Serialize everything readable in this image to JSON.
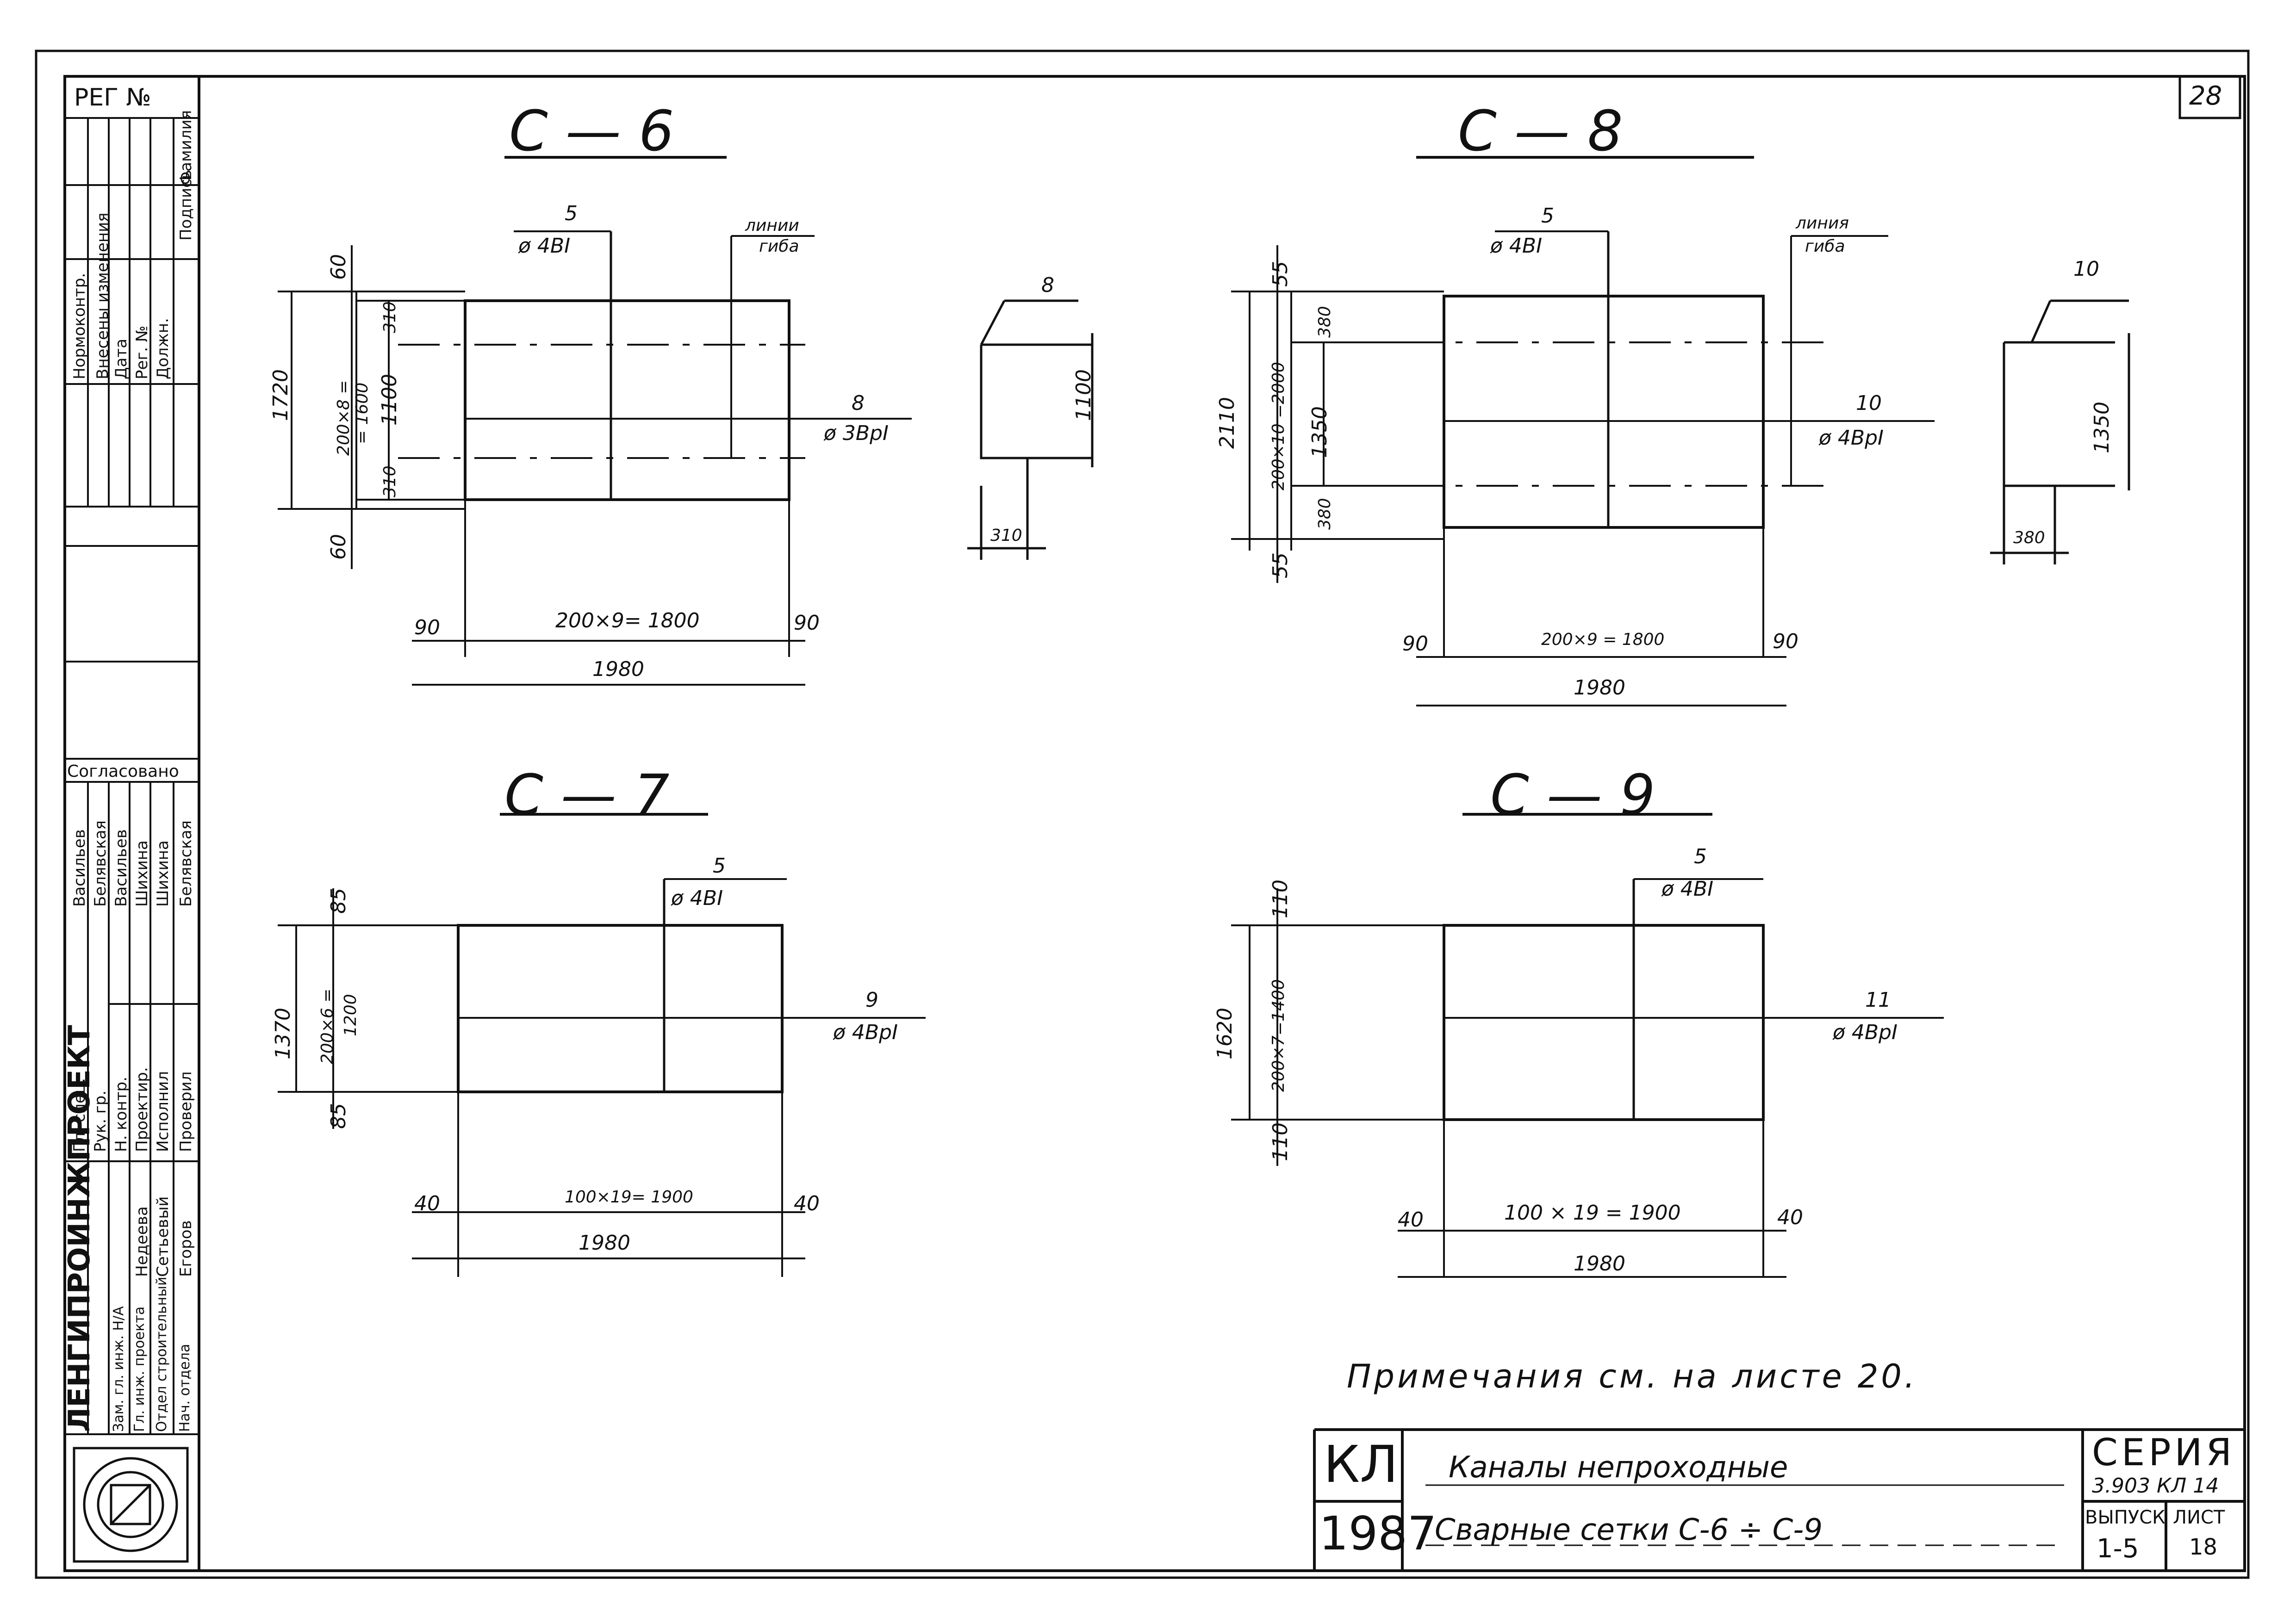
{
  "sheet_number": "28",
  "reg_label": "РЕГ №",
  "side_panel": {
    "changes_header": "Внесены изменения",
    "changes_cols": [
      "Нормоконтр.",
      "Дата",
      "Рег. №",
      "Должн.",
      "Подпись",
      "Фамилия"
    ],
    "agreed": "Согласовано",
    "agreed_names": [
      "Васильев",
      "Белявская",
      "Васильев",
      "Шихина",
      "Шихина",
      "Белявская"
    ],
    "roles": [
      "Гл. спец.",
      "Рук. гр.",
      "Н. контр.",
      "Проектир.",
      "Исполнил",
      "Проверил"
    ],
    "names": [
      "Недеева",
      "Сетьевый",
      "Егоров"
    ],
    "org": "ЛЕНГИПРОИНЖПРОЕКТ",
    "dept": [
      "Зам. гл. инж. Н/А",
      "Гл. инж. проекта",
      "Отдел строительный",
      "Нач. отдела"
    ]
  },
  "panels": {
    "c6": {
      "title": "С — 6",
      "top_callout": {
        "count": "5",
        "spec": "ø 4ВI"
      },
      "bend_label": [
        "линии",
        "гиба"
      ],
      "side_callout": {
        "count": "8",
        "spec": "ø 3ВрI"
      },
      "left_dims": {
        "overall": "1720",
        "pitch": "200×8 =",
        "pitch2": "= 1600",
        "inner": "1100",
        "top_off": "310",
        "bot_off": "310",
        "top_edge": "60",
        "bot_edge": "60"
      },
      "bottom_dims": {
        "left": "90",
        "pitch": "200×9= 1800",
        "right": "90",
        "overall": "1980"
      },
      "section": {
        "callout": "8",
        "height": "1100",
        "width": "310"
      }
    },
    "c8": {
      "title": "С — 8",
      "top_callout": {
        "count": "5",
        "spec": "ø 4ВI"
      },
      "bend_label": [
        "линия",
        "гиба"
      ],
      "side_callout": {
        "count": "10",
        "spec": "ø 4ВрI"
      },
      "left_dims": {
        "overall": "2110",
        "pitch": "200×10 =2000",
        "inner": "1350",
        "top_off": "380",
        "bot_off": "380",
        "top_edge": "55",
        "bot_edge": "55"
      },
      "bottom_dims": {
        "left": "90",
        "pitch": "200×9 = 1800",
        "right": "90",
        "overall": "1980"
      },
      "section": {
        "callout": "10",
        "height": "1350",
        "width": "380"
      }
    },
    "c7": {
      "title": "С — 7",
      "top_callout": {
        "count": "5",
        "spec": "ø 4ВI"
      },
      "side_callout": {
        "count": "9",
        "spec": "ø 4ВрI"
      },
      "left_dims": {
        "overall": "1370",
        "pitch": "200×6 =",
        "pitch2": "1200",
        "top_edge": "85",
        "bot_edge": "85"
      },
      "bottom_dims": {
        "left": "40",
        "pitch": "100×19= 1900",
        "right": "40",
        "overall": "1980"
      }
    },
    "c9": {
      "title": "С — 9",
      "top_callout": {
        "count": "5",
        "spec": "ø 4ВI"
      },
      "side_callout": {
        "count": "11",
        "spec": "ø 4ВрI"
      },
      "left_dims": {
        "overall": "1620",
        "pitch": "200×7=1400",
        "top_edge": "110",
        "bot_edge": "110"
      },
      "bottom_dims": {
        "left": "40",
        "pitch": "100 × 19 = 1900",
        "right": "40",
        "overall": "1980"
      }
    }
  },
  "note": "Примечания см. на листе 20.",
  "title_block": {
    "code": "КЛ",
    "year": "1987",
    "title1": "Каналы  непроходные",
    "title2": "Сварные  сетки  С-6 ÷ С-9",
    "series_label": "СЕРИЯ",
    "series_value": "3.903  КЛ 14",
    "issue_label": "ВЫПУСК",
    "issue_value": "1-5",
    "sheet_label": "ЛИСТ",
    "sheet_value": "18"
  }
}
